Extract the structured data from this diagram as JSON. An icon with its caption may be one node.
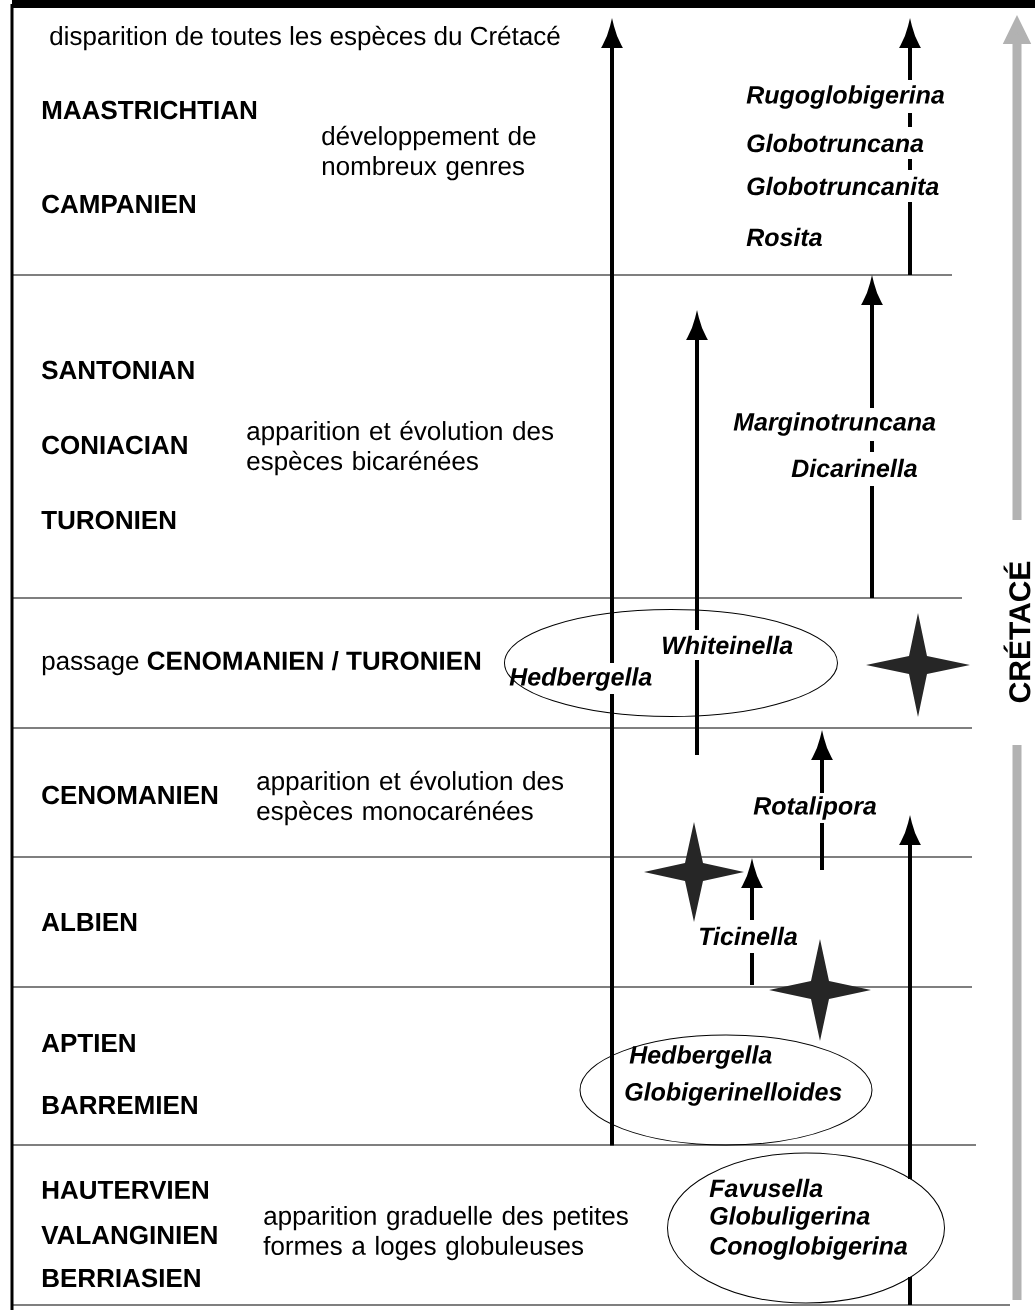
{
  "diagram": {
    "nodes": [
      {
        "text": [
          "Whiteinella",
          "Hedbergella"
        ]
      },
      {
        "text": [
          "Hedbergella",
          "Globigerinelloides"
        ]
      },
      {
        "text": [
          "Favusella",
          "Globuligerina",
          "Conoglobigerina"
        ]
      }
    ],
    "edges": [
      {
        "from": 1,
        "to": null,
        "arrow": "to"
      },
      {
        "from": 2,
        "to": null,
        "arrow": "to"
      },
      {
        "from": 0,
        "to": null,
        "arrow": "to"
      }
    ],
    "labels": [
      "disparition de toutes les espèces du Crétacé",
      "MAASTRICHTIAN",
      "développement de nombreux genres",
      "Rugoglobigerina",
      "Globotruncana",
      "Globotruncanita",
      "CAMPANIEN",
      "Rosita",
      "SANTONIAN",
      "CONIACIAN",
      "apparition et évolution des espèces bicarénées",
      "Marginotruncana",
      "Dicarinella",
      "TURONIEN",
      "passage **CENOMANIEN / TURONIEN**",
      "CENOMANIEN",
      "apparition et évolution des espèces monocarénées",
      "Rotalipora",
      "ALBIEN",
      "Ticinella",
      "APTIEN",
      "BARREMIEN",
      "HAUTERVIEN",
      "VALANGINIEN",
      "apparition graduelle des petites formes a loges globuleuses",
      "BERRIASIEN",
      "CRÉTACÉ"
    ]
  }
}
